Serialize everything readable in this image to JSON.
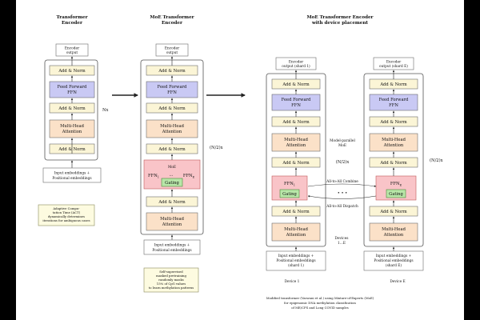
{
  "panel1": {
    "title_l1": "Transformer",
    "title_l2": "Encoder",
    "output_l1": "Encoder",
    "output_l2": "output",
    "add_norm": "Add & Norm",
    "ffn_l1": "Feed Forward",
    "ffn_l2": "FFN",
    "mha_l1": "Multi-Head",
    "mha_l2": "Attention",
    "repeat": "Nx",
    "input_l1": "Input embeddings +",
    "input_l2": "Positional embeddings",
    "note_l1": "Adaptive Compu-",
    "note_l2": "tation Time (ACT)",
    "note_l3": "dynamically determines",
    "note_l4": "iterations for ambiguous cases"
  },
  "panel2": {
    "title_l1": "MoE Transformer",
    "title_l2": "Encoder",
    "output_l1": "Encoder",
    "output_l2": "output",
    "add_norm": "Add & Norm",
    "ffn_l1": "Feed Forward",
    "ffn_l2": "FFN",
    "mha_l1": "Multi-Head",
    "mha_l2": "Attention",
    "moe_label": "MoE",
    "ffn1": "FFN",
    "ffn1_sub": "1",
    "ffn_dots": "···",
    "ffne": "FFN",
    "ffne_sub": "E",
    "gating": "Gating",
    "repeat": "(N/2)x",
    "input_l1": "Input embeddings +",
    "input_l2": "Positional embeddings",
    "note_l1": "Self-supervised",
    "note_l2": "masked pretraining",
    "note_l3": "randomly masks",
    "note_l4": "15% of CpG values",
    "note_l5": "to learn methylation patterns"
  },
  "panel3": {
    "title_l1": "MoE Transformer Encoder",
    "title_l2": "with device placement",
    "device1": {
      "output_l1": "Encoder",
      "output_l2": "output (shard 1)",
      "add_norm": "Add & Norm",
      "ffn_l1": "Feed Forward",
      "ffn_l2": "FFN",
      "mha_l1": "Multi-Head",
      "mha_l2": "Attention",
      "ffn_moe": "FFN",
      "ffn_moe_sub": "1",
      "gating": "Gating",
      "input_l1": "Input embeddings +",
      "input_l2": "Positional embeddings",
      "input_l3": "(shard 1)",
      "device_label": "Device 1"
    },
    "deviceE": {
      "output_l1": "Encoder",
      "output_l2": "output (shard E)",
      "add_norm": "Add & Norm",
      "ffn_l1": "Feed Forward",
      "ffn_l2": "FFN",
      "mha_l1": "Multi-Head",
      "mha_l2": "Attention",
      "ffn_moe": "FFN",
      "ffn_moe_sub": "E",
      "gating": "Gating",
      "input_l1": "Input embeddings +",
      "input_l2": "Positional embeddings",
      "input_l3": "(shard E)",
      "device_label": "Device E"
    },
    "model_parallel_l1": "Model-parallel",
    "model_parallel_l2": "MoE",
    "repeat_mid": "(N/2)x",
    "repeat_right": "(N/2)x",
    "combine": "All-to-All Combine",
    "dispatch": "All-to-All Dispatch",
    "dots": "• • •",
    "devices_l1": "Devices",
    "devices_l2": "1...E"
  },
  "caption": {
    "l1": "Modified transformer (Vaswani et al.) using Mixture-of-Experts (MoE)",
    "l2": "for epigenomic DNA methylation classification",
    "l3": "of ME/CFS and Long COVID samples"
  }
}
